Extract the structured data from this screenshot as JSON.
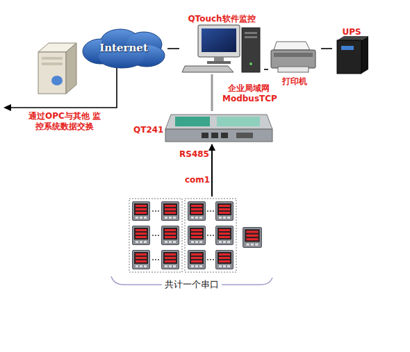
{
  "diagram": {
    "nodes": [
      {
        "text": [
          "Internet"
        ]
      },
      {
        "text": [
          "QTouch软件监控"
        ]
      },
      {
        "text": [
          "打印机"
        ]
      },
      {
        "text": [
          "UPS"
        ]
      },
      {
        "text": [
          "QT241"
        ]
      },
      {
        "text": [
          "共计一个串口"
        ]
      }
    ],
    "edges": [
      {
        "from": 0,
        "to": 1,
        "arrow": "none"
      },
      {
        "from": 1,
        "to": 2,
        "arrow": "none"
      },
      {
        "from": 2,
        "to": 3,
        "arrow": "none"
      },
      {
        "from": 1,
        "to": 4,
        "label": "企业局域网 ModbusTCP",
        "arrow": "none"
      },
      {
        "from": 5,
        "to": 4,
        "arrow": "to"
      }
    ],
    "labels": [
      "通过OPC与其他 监控系统数据交换",
      "RS485",
      "com1"
    ]
  }
}
